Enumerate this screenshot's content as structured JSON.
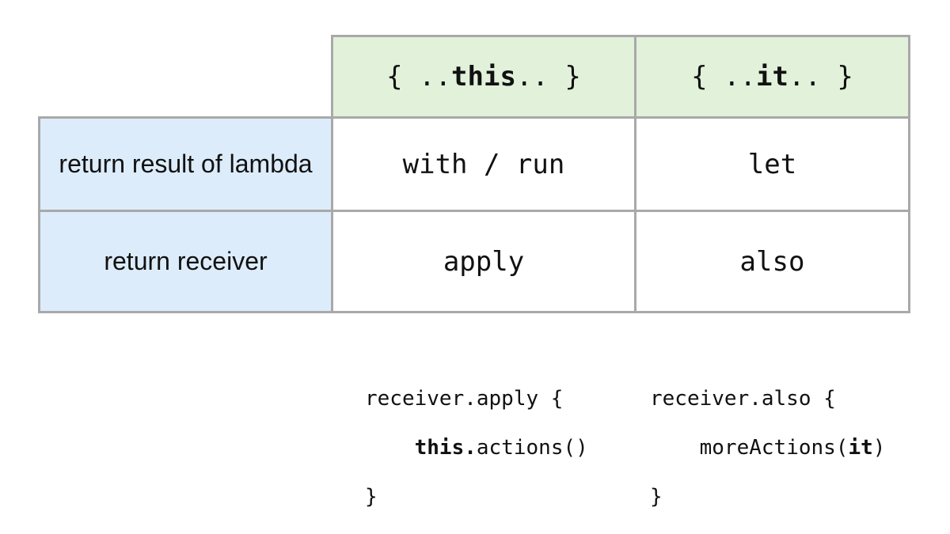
{
  "header": {
    "this_col": {
      "pre": "{ .. ",
      "kw": "this",
      "post": " .. }"
    },
    "it_col": {
      "pre": "{ .. ",
      "kw": "it",
      "post": " .. }"
    }
  },
  "rows": [
    {
      "label": "return result of lambda",
      "this_value": "with / run",
      "it_value": "let"
    },
    {
      "label": "return receiver",
      "this_value": "apply",
      "it_value": "also"
    }
  ],
  "examples": {
    "apply": {
      "line1": "receiver.apply {",
      "line2_indent": "    ",
      "line2_kw": "this.",
      "line2_rest": "actions()",
      "line3": "}"
    },
    "also": {
      "line1": "receiver.also {",
      "line2_indent": "    ",
      "line2_pre": "moreActions(",
      "line2_kw": "it",
      "line2_post": ")",
      "line3": "}"
    }
  },
  "colors": {
    "header_bg": "#e2f1da",
    "row_label_bg": "#dcecfa",
    "border": "#a9a9a9"
  }
}
